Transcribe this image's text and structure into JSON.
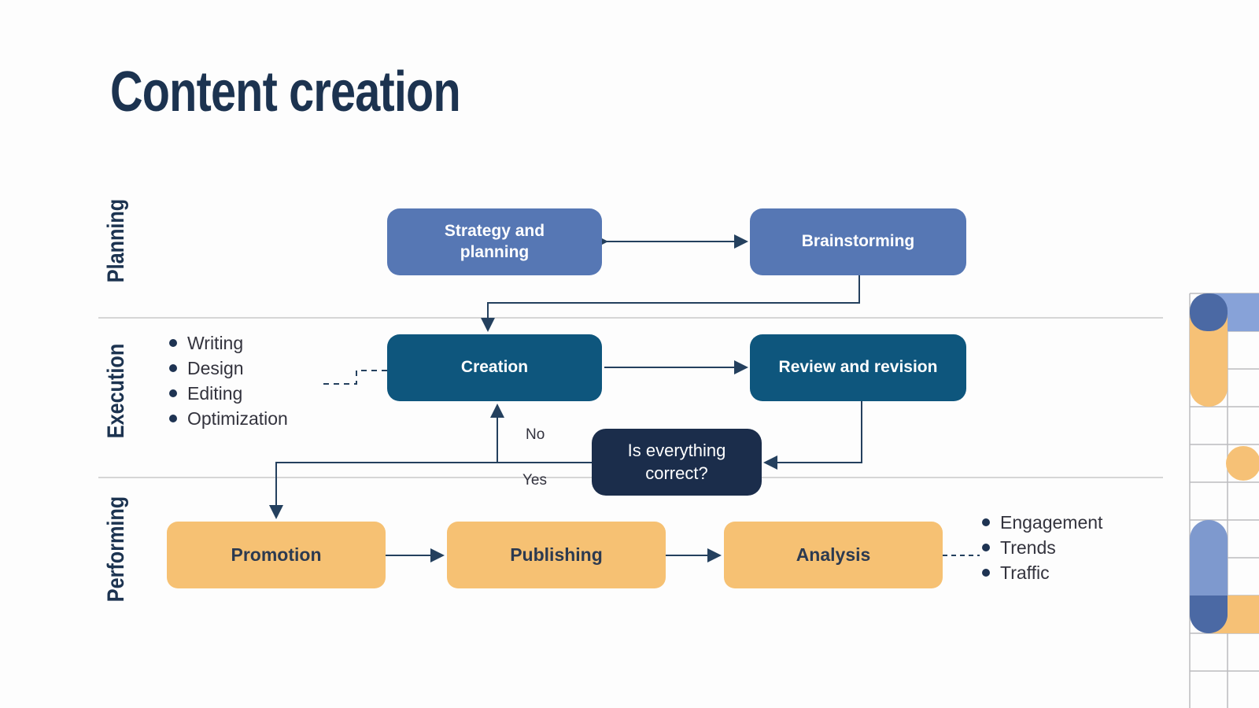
{
  "title": "Content creation",
  "lanes": [
    {
      "label": "Planning"
    },
    {
      "label": "Execution"
    },
    {
      "label": "Performing"
    }
  ],
  "nodes": {
    "strategy": {
      "label": "Strategy and planning"
    },
    "brainstorming": {
      "label": "Brainstorming"
    },
    "creation": {
      "label": "Creation"
    },
    "review": {
      "label": "Review and revision"
    },
    "decision": {
      "label": "Is everything correct?"
    },
    "promotion": {
      "label": "Promotion"
    },
    "publishing": {
      "label": "Publishing"
    },
    "analysis": {
      "label": "Analysis"
    }
  },
  "edge_labels": {
    "no": "No",
    "yes": "Yes"
  },
  "execution_bullets": [
    "Writing",
    "Design",
    "Editing",
    "Optimization"
  ],
  "analysis_bullets": [
    "Engagement",
    "Trends",
    "Traffic"
  ],
  "colors": {
    "title": "#1c3350",
    "planning_box": "#5677b4",
    "execution_box": "#0e567d",
    "decision_box": "#1b2d4b",
    "performing_box": "#f6c173",
    "arrow": "#24405e",
    "lane_divider": "#c9c9c9",
    "deco_grid": "#bcbcbf",
    "deco_blue_bar": "#87a2d8",
    "deco_blue_capsule": "#7e99ce",
    "deco_blue_dark": "#4b69a4",
    "deco_orange": "#f6c176"
  }
}
